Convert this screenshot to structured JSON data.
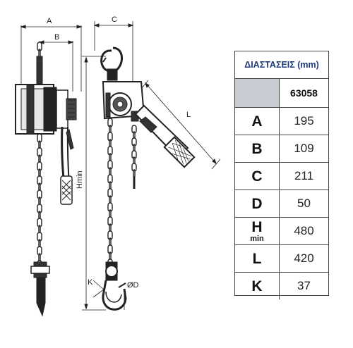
{
  "drawing": {
    "labels": {
      "A": "A",
      "B": "B",
      "C": "C",
      "L": "L",
      "Hmin": "Hmin",
      "K": "K",
      "D": "ØD"
    }
  },
  "table": {
    "title": "ΔΙΑΣΤΑΣΕΙΣ (mm)",
    "model": "63058",
    "rows": [
      {
        "key": "A",
        "sub": "",
        "value": "195"
      },
      {
        "key": "B",
        "sub": "",
        "value": "109"
      },
      {
        "key": "C",
        "sub": "",
        "value": "211"
      },
      {
        "key": "D",
        "sub": "",
        "value": "50"
      },
      {
        "key": "H",
        "sub": "min",
        "value": "480"
      },
      {
        "key": "L",
        "sub": "",
        "value": "420"
      },
      {
        "key": "K",
        "sub": "",
        "value": "37"
      }
    ]
  }
}
